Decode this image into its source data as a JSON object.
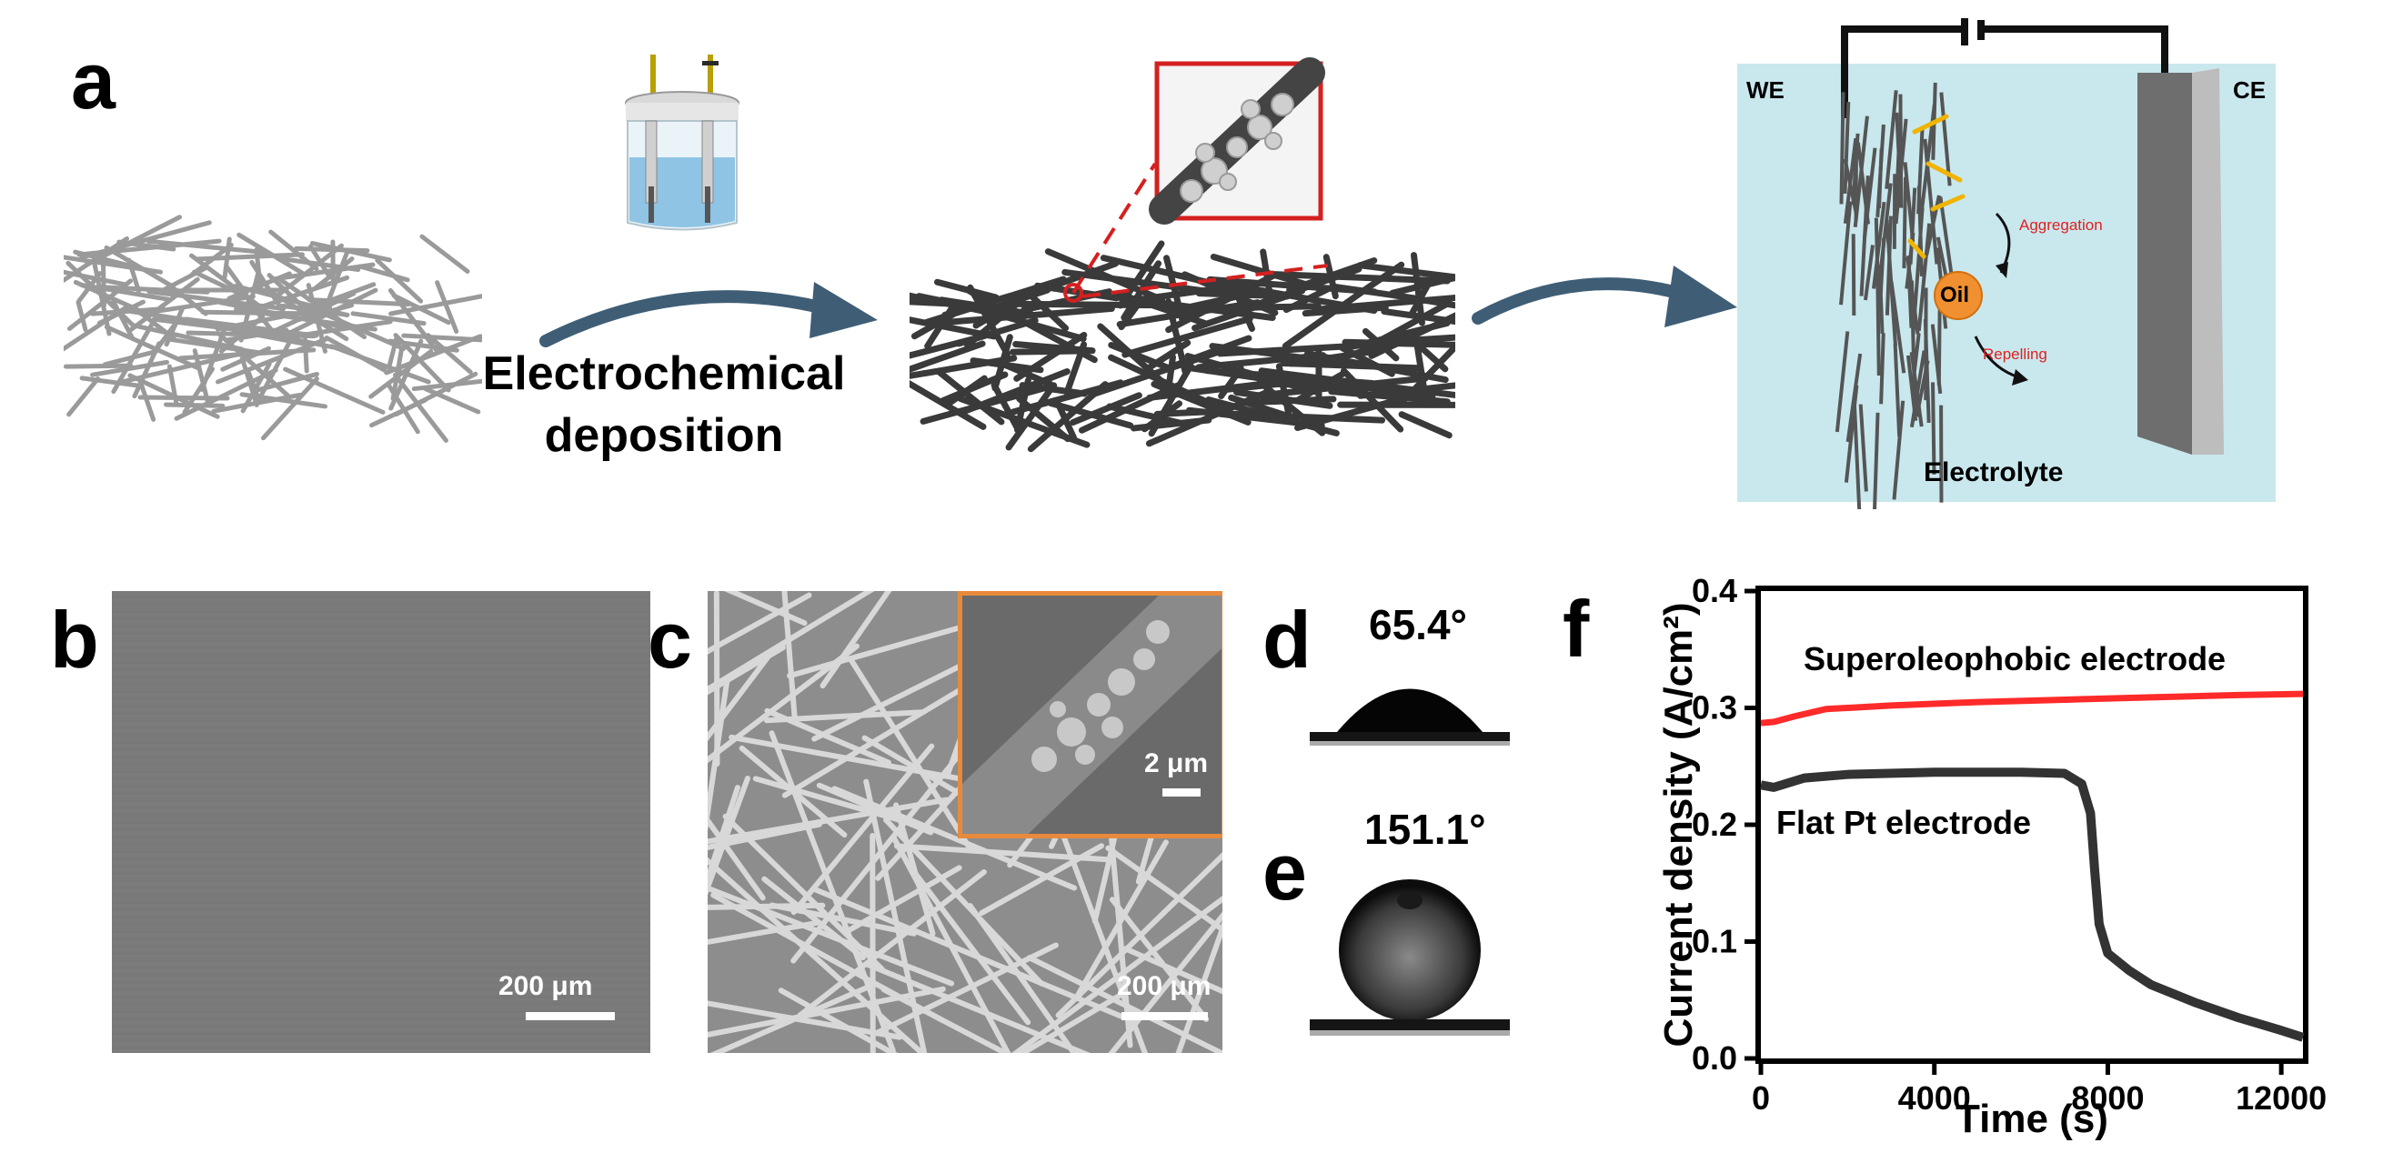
{
  "panel_a": {
    "label": "a",
    "process_text_line1": "Electrochemical",
    "process_text_line2": "deposition",
    "cell": {
      "we": "WE",
      "ce": "CE",
      "oil": "Oil",
      "aggregation": "Aggregation",
      "repelling": "Repelling",
      "electrolyte": "Electrolyte"
    }
  },
  "panel_b": {
    "label": "b",
    "scale": "200 μm"
  },
  "panel_c": {
    "label": "c",
    "scale": "200 μm",
    "inset_scale": "2 μm",
    "inset_border": "#e88a3c"
  },
  "panel_d": {
    "label": "d",
    "angle": "65.4°"
  },
  "panel_e": {
    "label": "e",
    "angle": "151.1°"
  },
  "panel_f": {
    "label": "f",
    "chart_data": {
      "type": "line",
      "xlabel": "Time (s)",
      "ylabel": "Current density (A/cm²)",
      "xlim": [
        0,
        12500
      ],
      "ylim": [
        0,
        0.4
      ],
      "xticks": [
        "0",
        "4000",
        "8000",
        "12000"
      ],
      "yticks": [
        "0.0",
        "0.1",
        "0.2",
        "0.3",
        "0.4"
      ],
      "series": [
        {
          "name": "Superoleophobic electrode",
          "color": "#ff2a2a",
          "x": [
            0,
            300,
            800,
            1500,
            3000,
            5000,
            7000,
            9000,
            11000,
            12500
          ],
          "y": [
            0.287,
            0.288,
            0.293,
            0.299,
            0.302,
            0.305,
            0.307,
            0.309,
            0.311,
            0.312
          ]
        },
        {
          "name": "Flat Pt electrode",
          "color": "#333333",
          "x": [
            0,
            300,
            1000,
            2000,
            4000,
            6000,
            7000,
            7400,
            7600,
            7700,
            7800,
            8000,
            8500,
            9000,
            10000,
            11000,
            12000,
            12500
          ],
          "y": [
            0.234,
            0.232,
            0.24,
            0.243,
            0.245,
            0.245,
            0.244,
            0.235,
            0.21,
            0.16,
            0.115,
            0.09,
            0.075,
            0.063,
            0.048,
            0.035,
            0.024,
            0.018
          ]
        }
      ]
    }
  }
}
